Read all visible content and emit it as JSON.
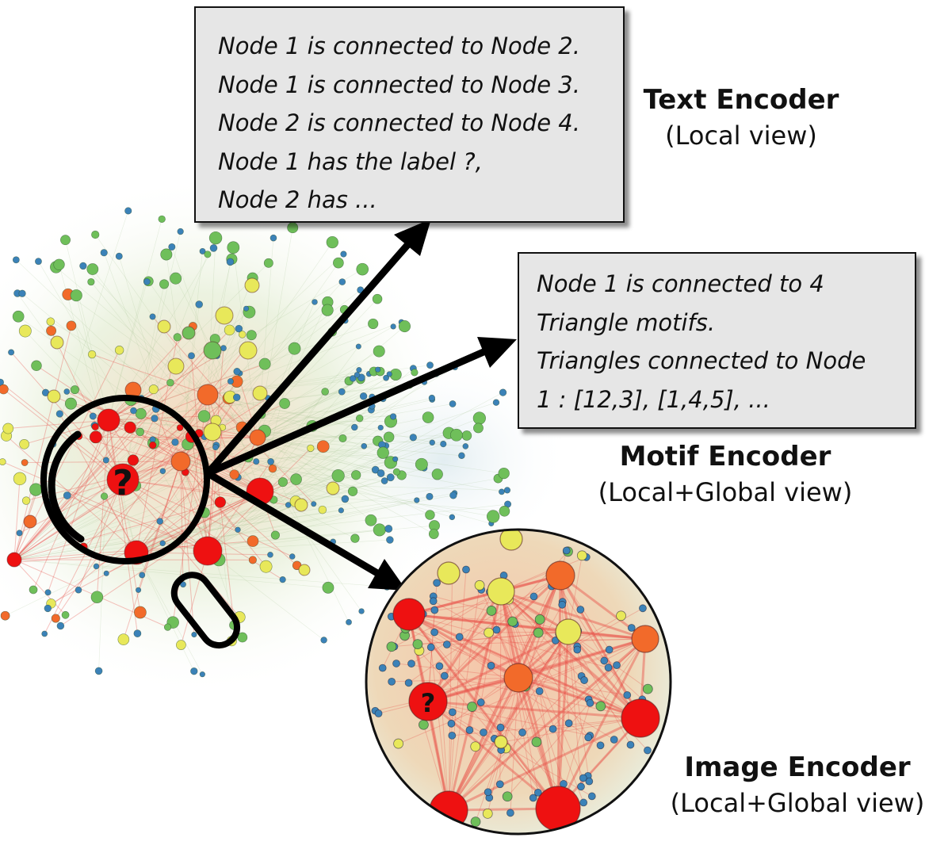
{
  "text_encoder": {
    "box_lines": [
      "Node 1 is connected to Node 2.",
      "Node 1 is connected to Node 3.",
      "Node 2 is connected to Node 4.",
      "Node 1 has the label ?,",
      "Node 2 has ..."
    ],
    "title": "Text Encoder",
    "view": "(Local view)"
  },
  "motif_encoder": {
    "box_lines": [
      "Node 1 is connected to 4",
      "Triangle motifs.",
      "Triangles connected to Node",
      "1 : [12,3], [1,4,5], ..."
    ],
    "title": "Motif Encoder",
    "view": "(Local+Global view)"
  },
  "image_encoder": {
    "title": "Image Encoder",
    "view": "(Local+Global view)"
  },
  "query_node_label": "?",
  "zoom_query_label": "?",
  "colors": {
    "red": "#ee1111",
    "orange": "#f26a2a",
    "yellow": "#e8e85a",
    "green": "#6fbf5a",
    "blue": "#3b82b8",
    "edge_red": "#e8514a",
    "box_bg": "#e6e6e6"
  },
  "icons": [
    "magnifier-icon",
    "arrow-icon"
  ]
}
